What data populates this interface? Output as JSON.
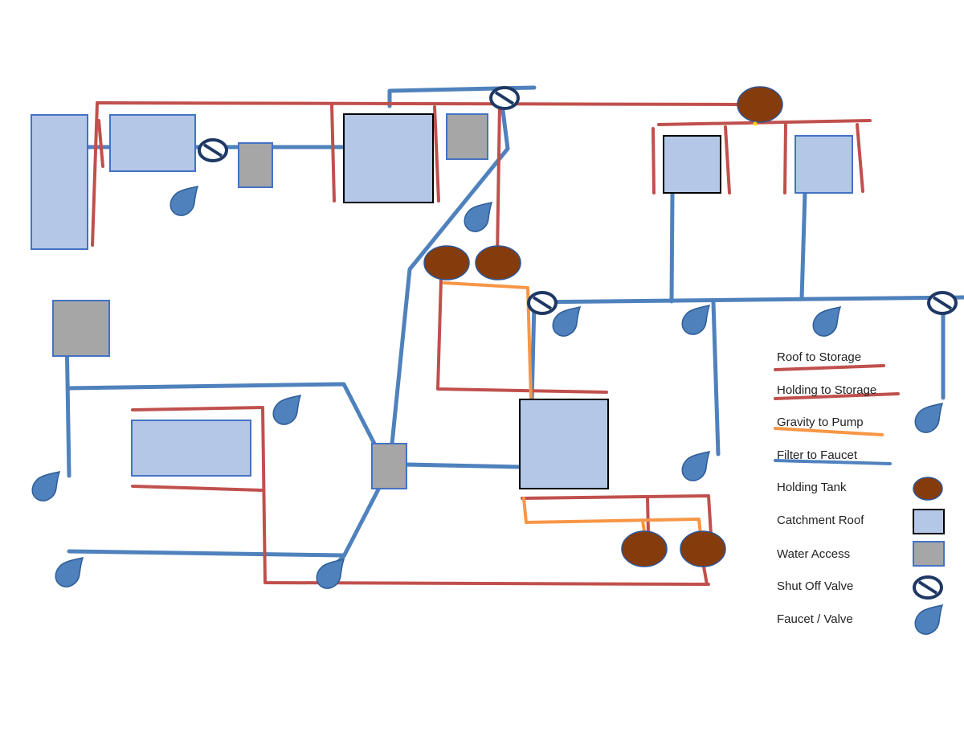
{
  "legend": {
    "items": [
      {
        "label": "Roof to Storage",
        "kind": "red-line"
      },
      {
        "label": "Holding to Storage",
        "kind": "red-line"
      },
      {
        "label": "Gravity to Pump",
        "kind": "orange-line"
      },
      {
        "label": "Filter to Faucet",
        "kind": "blue-line"
      },
      {
        "label": "Holding Tank",
        "kind": "holding-tank"
      },
      {
        "label": "Catchment Roof",
        "kind": "catchment-roof"
      },
      {
        "label": "Water Access",
        "kind": "water-access"
      },
      {
        "label": "Shut Off Valve",
        "kind": "shut-off-valve"
      },
      {
        "label": "Faucet / Valve",
        "kind": "faucet"
      }
    ]
  },
  "colors": {
    "roof_to_storage": "#c0504d",
    "gravity_to_pump": "#f79646",
    "filter_to_faucet": "#4f81bd",
    "holding_tank": "#7f3a0d",
    "catchment_roof": "#b4c7e7",
    "water_access": "#a6a6a6",
    "valve": "#1f3864",
    "faucet": "#4f81bd"
  }
}
